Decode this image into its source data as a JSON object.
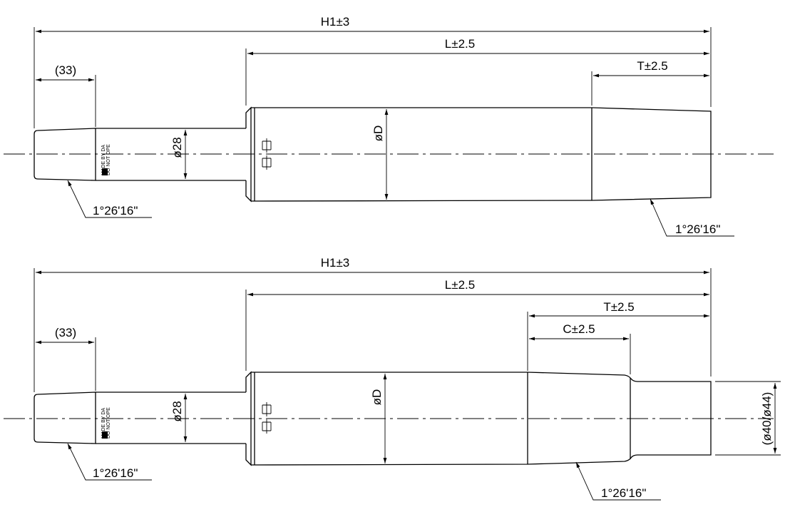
{
  "drawing_top": {
    "overall_dim": "H1±3",
    "body_dim": "L±2.5",
    "taper_dim": "T±2.5",
    "tip_dim": "(33)",
    "shank_dia": "ø28",
    "body_dia": "øD",
    "taper_angle_left": "1°26'16\"",
    "taper_angle_right": "1°26'16\"",
    "label_line1": "MADE BY DA",
    "label_line2": "DO NOT OPE"
  },
  "drawing_bottom": {
    "overall_dim": "H1±3",
    "body_dim": "L±2.5",
    "taper_dim": "T±2.5",
    "step_dim": "C±2.5",
    "tip_dim": "(33)",
    "shank_dia": "ø28",
    "body_dia": "øD",
    "end_dia": "(ø40/ø44)",
    "taper_angle_left": "1°26'16\"",
    "taper_angle_right": "1°26'16\"",
    "label_line1": "MADE BY DA",
    "label_line2": "DO NOT OPE"
  }
}
